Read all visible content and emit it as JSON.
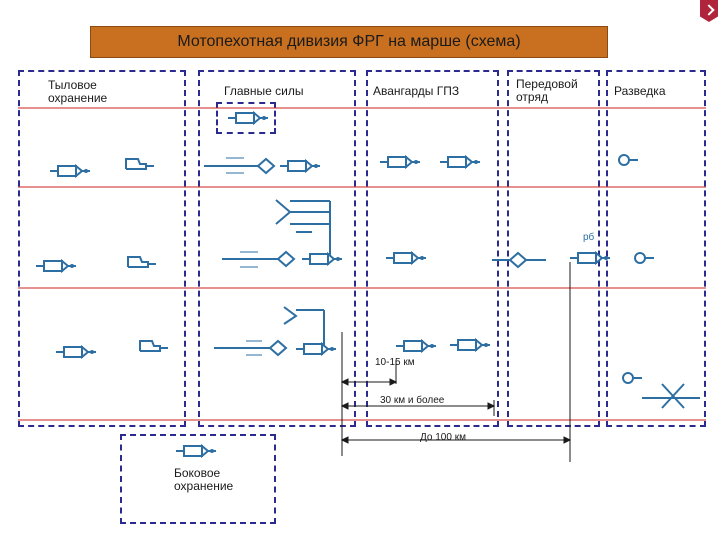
{
  "title": "Мотопехотная дивизия ФРГ на марше (схема)",
  "zones": {
    "rear": "Тыловое охранение",
    "main": "Главные силы",
    "vanguard": "Авангарды ГПЗ",
    "forward": "Передовой отряд",
    "recon": "Разведка",
    "flank": "Боковое охранение"
  },
  "labels": {
    "rb": "рб"
  },
  "distances": {
    "d1": "10-15 км",
    "d2": "30 км и более",
    "d3": "До 100 км"
  },
  "colors": {
    "symbol": "#2e6fa3",
    "red_line": "#cc2222",
    "zone_border": "#2b2b8f",
    "title_bg": "#c8701f"
  },
  "icons": [
    "corner-return-icon",
    "unit-symbol-icon",
    "headquarters-diamond-icon",
    "recon-patrol-icon"
  ]
}
